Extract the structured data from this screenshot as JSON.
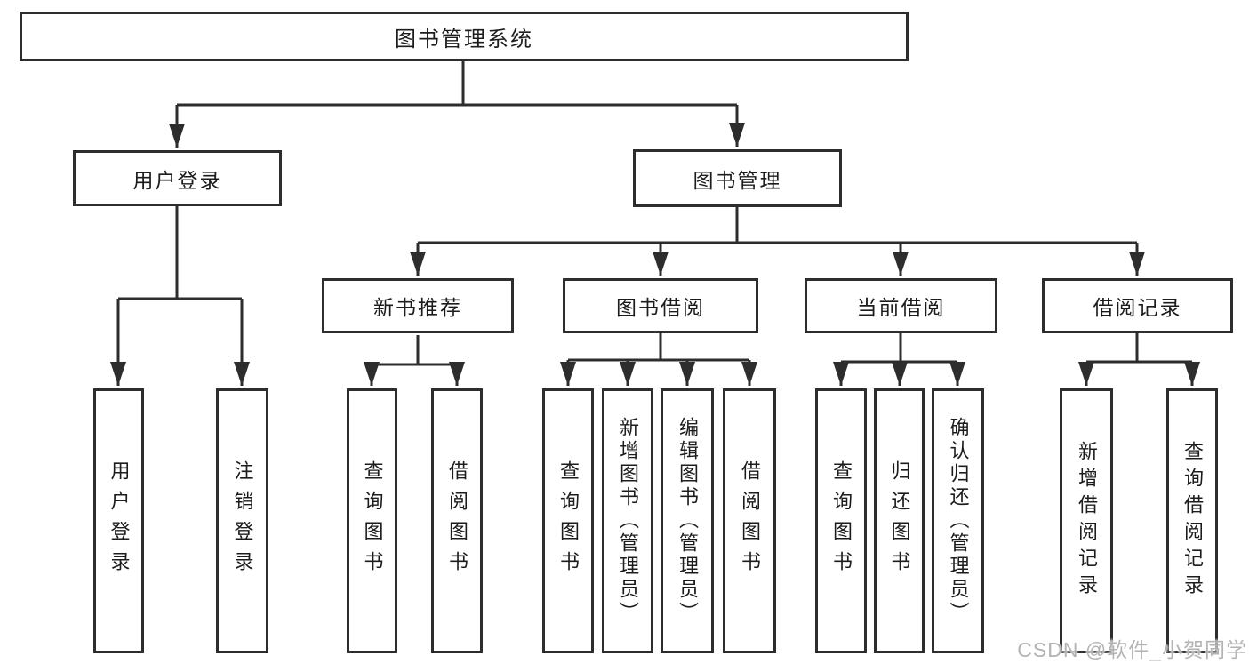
{
  "diagram": {
    "title": "图书管理系统",
    "line_color": "#2d2d2d",
    "text_color": "#1c1c1c",
    "watermark": "CSDN @软件_小贺同学",
    "root": {
      "label": "图书管理系统"
    },
    "level2": {
      "user_login": {
        "label": "用户登录"
      },
      "book_mgmt": {
        "label": "图书管理"
      }
    },
    "level3": {
      "new_books": {
        "label": "新书推荐"
      },
      "borrowing": {
        "label": "图书借阅"
      },
      "current": {
        "label": "当前借阅"
      },
      "records": {
        "label": "借阅记录"
      }
    },
    "leaves": {
      "user_login": {
        "label": "用户登录"
      },
      "logout": {
        "label": "注销登录"
      },
      "nb_query": {
        "label": "查询图书"
      },
      "nb_borrow": {
        "label": "借阅图书"
      },
      "bw_query": {
        "label": "查询图书"
      },
      "bw_add": {
        "label": "新增图书（管理员）"
      },
      "bw_edit": {
        "label": "编辑图书（管理员）"
      },
      "bw_borrow": {
        "label": "借阅图书"
      },
      "cur_query": {
        "label": "查询图书"
      },
      "cur_return": {
        "label": "归还图书"
      },
      "cur_confirm": {
        "label": "确认归还（管理员）"
      },
      "rec_add": {
        "label": "新增借阅记录"
      },
      "rec_query": {
        "label": "查询借阅记录"
      }
    }
  }
}
